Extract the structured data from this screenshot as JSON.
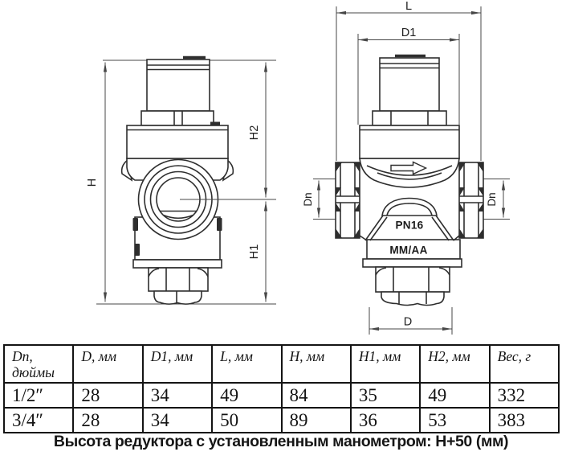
{
  "front_view": {
    "labels": {
      "h": "H",
      "h1": "H1",
      "h2": "H2"
    }
  },
  "side_view": {
    "labels": {
      "l": "L",
      "d1": "D1",
      "dn_left": "Dn",
      "dn_right": "Dn",
      "d": "D"
    },
    "markings": {
      "pressure_rating": "PN16",
      "date_code": "MM/AA"
    }
  },
  "table": {
    "headers": [
      {
        "line1": "Dn,",
        "line2": "дюймы"
      },
      {
        "line1": "D, мм"
      },
      {
        "line1": "D1, мм"
      },
      {
        "line1": "L, мм"
      },
      {
        "line1": "H, мм"
      },
      {
        "line1": "H1, мм"
      },
      {
        "line1": "H2, мм"
      },
      {
        "line1": "Вес, г"
      }
    ],
    "rows": [
      [
        "1/2″",
        "28",
        "34",
        "49",
        "84",
        "35",
        "49",
        "332"
      ],
      [
        "3/4″",
        "28",
        "34",
        "50",
        "89",
        "36",
        "53",
        "383"
      ]
    ]
  },
  "caption": "Высота редуктора с установленным манометром: H+50 (мм)",
  "colors": {
    "line": "#2e2e2e",
    "dimension_line": "#474747",
    "text": "#161616",
    "background": "#ffffff"
  }
}
